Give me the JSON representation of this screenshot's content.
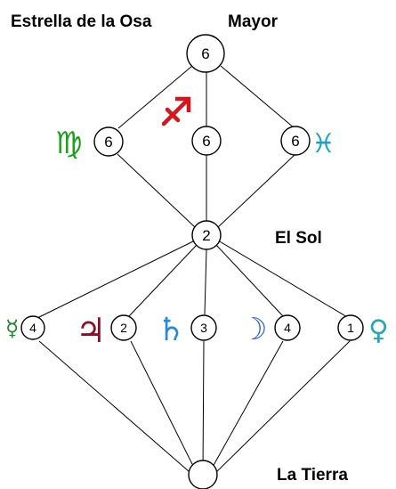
{
  "labels": {
    "star": "Estrella de la Osa",
    "mayor": "Mayor",
    "sun": "El Sol",
    "earth": "La Tierra"
  },
  "nodes": {
    "top": "6",
    "virgo": "6",
    "sagittarius": "6",
    "pisces": "6",
    "sun": "2",
    "mercury": "4",
    "jupiter": "2",
    "saturn": "3",
    "moon": "4",
    "venus": "1",
    "earth": ""
  },
  "symbols": {
    "virgo": "♍",
    "pisces": "♓",
    "mercury": "☿",
    "jupiter": "♃",
    "saturn": "♄",
    "moon": "☽",
    "venus": "♀"
  },
  "colors": {
    "virgo": "#1aa31a",
    "sagittarius": "#d8141c",
    "pisces": "#18a0c8",
    "mercury": "#1a8a2a",
    "jupiter": "#8a1028",
    "saturn": "#2888d8",
    "moon": "#2860c8",
    "venus": "#20a8b8"
  }
}
